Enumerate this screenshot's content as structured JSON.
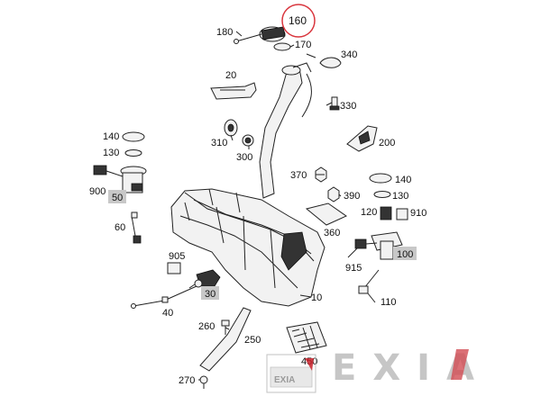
{
  "labels": {
    "p160": "160",
    "p180": "180",
    "p170": "170",
    "p340": "340",
    "p20": "20",
    "p330": "330",
    "p140a": "140",
    "p130a": "130",
    "p310": "310",
    "p300": "300",
    "p200": "200",
    "p370": "370",
    "p140b": "140",
    "p390": "390",
    "p130b": "130",
    "p900": "900",
    "p50": "50",
    "p120": "120",
    "p910": "910",
    "p60": "60",
    "p360": "360",
    "p100": "100",
    "p905": "905",
    "p915": "915",
    "p30": "30",
    "p10": "10",
    "p110": "110",
    "p40": "40",
    "p260": "260",
    "p250": "250",
    "p450": "450",
    "p270": "270"
  },
  "watermark": {
    "logo_text": "EXIA",
    "large_text": "EXIA"
  },
  "colors": {
    "highlight_circle": "#d9363e",
    "label_box": "#c8c8c8",
    "watermark_gray": "#b8b8b8",
    "watermark_red": "#c8202a"
  }
}
